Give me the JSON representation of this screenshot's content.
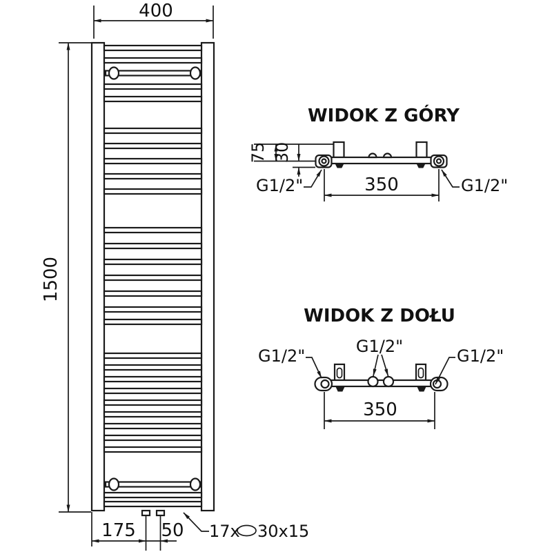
{
  "front_view": {
    "dim_width": "400",
    "dim_height": "1500",
    "dim_bottom_offset": "175",
    "dim_bottom_spacing": "50",
    "tube_annotation_prefix": "17x",
    "tube_annotation_suffix": "30x15"
  },
  "top_view": {
    "title": "WIDOK Z GÓRY",
    "dim_depth": "75",
    "dim_offset": "30",
    "dim_connection_span": "350",
    "thread_left": "G1/2\"",
    "thread_right": "G1/2\""
  },
  "bottom_view": {
    "title": "WIDOK Z DOŁU",
    "dim_connection_span": "350",
    "thread_left": "G1/2\"",
    "thread_center": "G1/2\"",
    "thread_right": "G1/2\""
  },
  "colors": {
    "line": "#1a1a1a",
    "background": "#ffffff"
  }
}
